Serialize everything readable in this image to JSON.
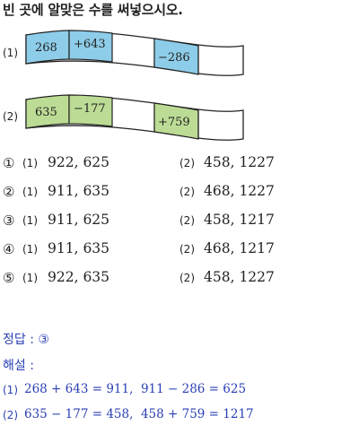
{
  "question": "빈 곳에 알맞은 수를 써넣으시오.",
  "problem1": {
    "label": "(1)",
    "cells": [
      "268",
      "+643",
      "",
      "−286",
      ""
    ]
  },
  "problem2": {
    "label": "(2)",
    "cells": [
      "635",
      "−177",
      "",
      "+759",
      ""
    ]
  },
  "colors": {
    "blue_fill": "#8ecde9",
    "green_fill": "#bcdc95",
    "answer_text": "#2a3fb5"
  },
  "choices": [
    {
      "num": "①",
      "p1": "(1)",
      "a1": "922, 625",
      "p2": "(2)",
      "a2": "458, 1227"
    },
    {
      "num": "②",
      "p1": "(1)",
      "a1": "911, 635",
      "p2": "(2)",
      "a2": "468, 1227"
    },
    {
      "num": "③",
      "p1": "(1)",
      "a1": "911, 625",
      "p2": "(2)",
      "a2": "458, 1217"
    },
    {
      "num": "④",
      "p1": "(1)",
      "a1": "911, 635",
      "p2": "(2)",
      "a2": "468, 1217"
    },
    {
      "num": "⑤",
      "p1": "(1)",
      "a1": "922, 635",
      "p2": "(2)",
      "a2": "458, 1227"
    }
  ],
  "answer": {
    "label": "정답 : ③"
  },
  "solution": {
    "label": "해설 :",
    "lines": [
      {
        "num": "(1)",
        "text": "268 + 643 = 911,  911 − 286 = 625"
      },
      {
        "num": "(2)",
        "text": "635 − 177 = 458,  458 + 759 = 1217"
      }
    ]
  }
}
